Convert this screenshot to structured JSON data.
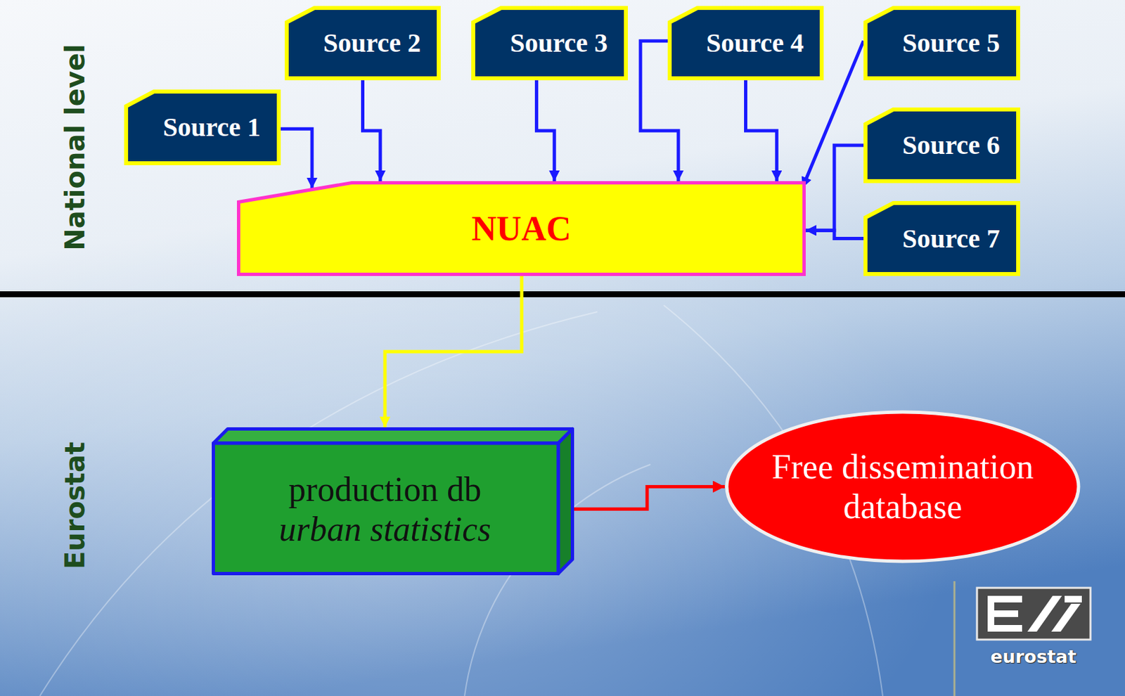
{
  "diagram": {
    "nodes": [
      {
        "text": [
          "Source 1"
        ]
      },
      {
        "text": [
          "Source 2"
        ]
      },
      {
        "text": [
          "Source 3"
        ]
      },
      {
        "text": [
          "Source 4"
        ]
      },
      {
        "text": [
          "Source 5"
        ]
      },
      {
        "text": [
          "Source 6"
        ]
      },
      {
        "text": [
          "Source 7"
        ]
      },
      {
        "text": [
          "NUAC"
        ]
      },
      {
        "text": [
          "production db",
          "urban statistics"
        ]
      },
      {
        "text": [
          "Free dissemination database"
        ]
      }
    ],
    "edges": [
      {
        "from": 0,
        "to": 7,
        "arrow": "to"
      },
      {
        "from": 1,
        "to": 7,
        "arrow": "to"
      },
      {
        "from": 2,
        "to": 7,
        "arrow": "to"
      },
      {
        "from": 3,
        "to": 7,
        "arrow": "to"
      },
      {
        "from": 3,
        "to": 7,
        "arrow": "to"
      },
      {
        "from": 4,
        "to": 7,
        "arrow": "to"
      },
      {
        "from": 5,
        "to": 7,
        "arrow": "to"
      },
      {
        "from": 6,
        "to": 7,
        "arrow": "to"
      },
      {
        "from": 7,
        "to": 8,
        "arrow": "to"
      },
      {
        "from": 8,
        "to": 9,
        "arrow": "to"
      }
    ],
    "labels": [
      "National level",
      "Eurostat",
      "eurostat"
    ]
  }
}
